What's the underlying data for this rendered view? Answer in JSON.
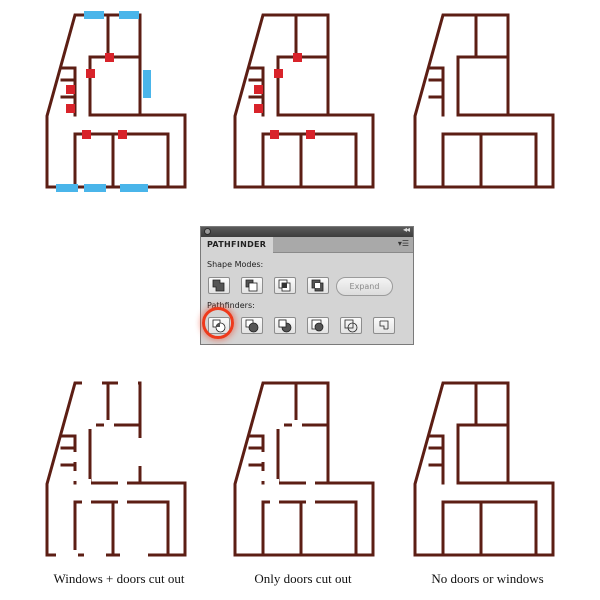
{
  "colors": {
    "wall": "#5c1e14",
    "door_marker": "#d8232a",
    "window_marker": "#4ab5ea",
    "highlight_ring": "#ee3a1c"
  },
  "pathfinder_panel": {
    "title": "PATHFINDER",
    "shape_modes_label": "Shape Modes:",
    "pathfinders_label": "Pathfinders:",
    "expand_label": "Expand",
    "shape_mode_buttons": [
      "unite-icon",
      "minus-front-icon",
      "intersect-icon",
      "exclude-icon"
    ],
    "pathfinder_buttons": [
      "divide-icon",
      "trim-icon",
      "merge-icon",
      "crop-icon",
      "outline-icon",
      "minus-back-icon"
    ],
    "selected_pathfinder": "divide-icon"
  },
  "captions": {
    "left": "Windows + doors cut out",
    "middle": "Only doors cut out",
    "right": "No doors or windows"
  }
}
